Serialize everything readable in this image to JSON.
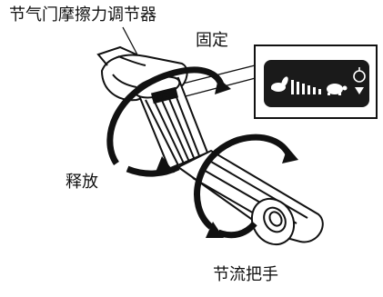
{
  "labels": {
    "friction_adjuster": "节气门摩擦力调节器",
    "fixed": "固定",
    "release": "释放",
    "throttle_grip": "节流把手"
  },
  "colors": {
    "ink": "#111111",
    "paper": "#ffffff",
    "panel": "#1a1a1a"
  },
  "icons": [
    "rabbit-icon",
    "turtle-icon",
    "choke-icon",
    "down-arrow-icon"
  ]
}
